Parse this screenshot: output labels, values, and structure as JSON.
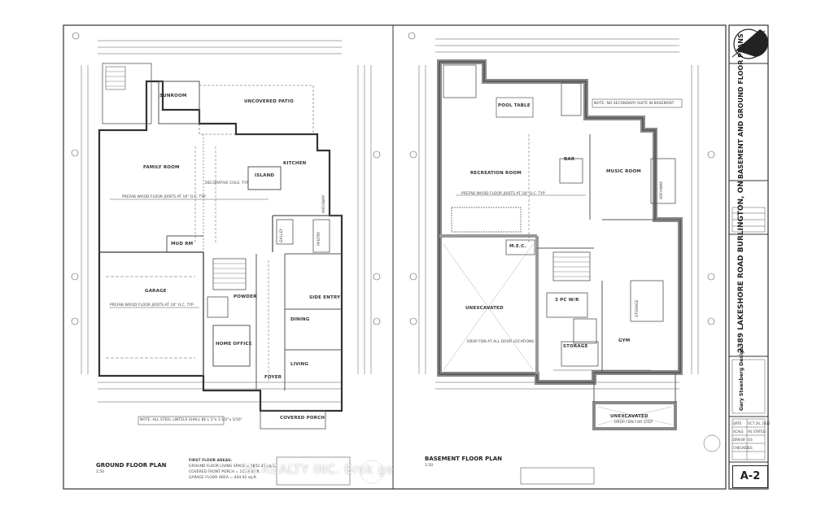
{
  "ground_plan": {
    "title": "GROUND FLOOR PLAN",
    "scale": "1:50",
    "rooms": {
      "uncovered_patio": "UNCOVERED PATIO",
      "sunroom": "SUNROOM",
      "family_room": "FAMILY ROOM",
      "island": "ISLAND",
      "kitchen": "KITCHEN",
      "archway": "ARCHWAY",
      "pantry": "PANTRY",
      "gallery": "GALLEY",
      "mud_rm": "MUD RM",
      "garage": "GARAGE",
      "powder": "POWDER",
      "home_office": "HOME OFFICE",
      "dining": "DINING",
      "side_entry": "SIDE ENTRY",
      "foyer": "FOYER",
      "living": "LIVING",
      "covered_porch": "COVERED PORCH"
    },
    "notes": {
      "joists_1": "PREFAB WOOD FLOOR JOISTS AT 16\" O.C. TYP",
      "joists_2": "PREFAB WOOD FLOOR JOISTS AT 16\" O.C. TYP",
      "decorative_cols": "DECORATIVE COLS. TYP",
      "lintels": "NOTE: ALL STEEL LINTELS SHALL BE L 5\"x 3 1/2\"x 5/16\"",
      "areas_title": "FIRST FLOOR AREAS:",
      "areas_lines": [
        "GROUND FLOOR LIVING SPACE = 1822.22 sq.ft.",
        "COVERED FRONT PORCH = 113.4 sq.ft.",
        "GARAGE FLOOR AREA = 444.92 sq.ft."
      ]
    }
  },
  "basement_plan": {
    "title": "BASEMENT FLOOR PLAN",
    "scale": "1:50",
    "rooms": {
      "pool_table": "POOL TABLE",
      "recreation_room": "RECREATION ROOM",
      "bar": "BAR",
      "music_room": "MUSIC ROOM",
      "archway": "ARCHWAY",
      "mech": "M.E.C.",
      "unexcavated_1": "UNEXCAVATED",
      "storage_1": "STORAGE",
      "storage_2": "STORAGE",
      "gym": "GYM",
      "unexcavated_2": "UNEXCAVATED",
      "bath": "3 PC W/R"
    },
    "notes": {
      "no_secondary": "NOTE: NO SECONDARY SUITE IN BASEMENT",
      "joists": "PREFAB WOOD FLOOR JOISTS AT 16\" O.C. TYP",
      "drop_fdn": "DROP FDN AT ALL DOOR LOCATIONS",
      "drop_step": "DROP FDN FOR STEP"
    }
  },
  "title_block": {
    "drawing_title": "BASEMENT AND GROUND FLOOR PLANS",
    "project_address": "2389 LAKESHORE ROAD BURLINGTON, ON",
    "firm": "Gary Steenberg Design",
    "date_label": "DATE",
    "date_value": "OCT 26, 2022",
    "scale_label": "SCALE",
    "scale_value": "AS STATED",
    "drawn_label": "DRN BY",
    "drawn_value": "GS",
    "checked_label": "CHECKED",
    "checked_value": "GS",
    "sheet_number": "A-2"
  },
  "watermark": "IN        REALTY INC. Brok        ge"
}
